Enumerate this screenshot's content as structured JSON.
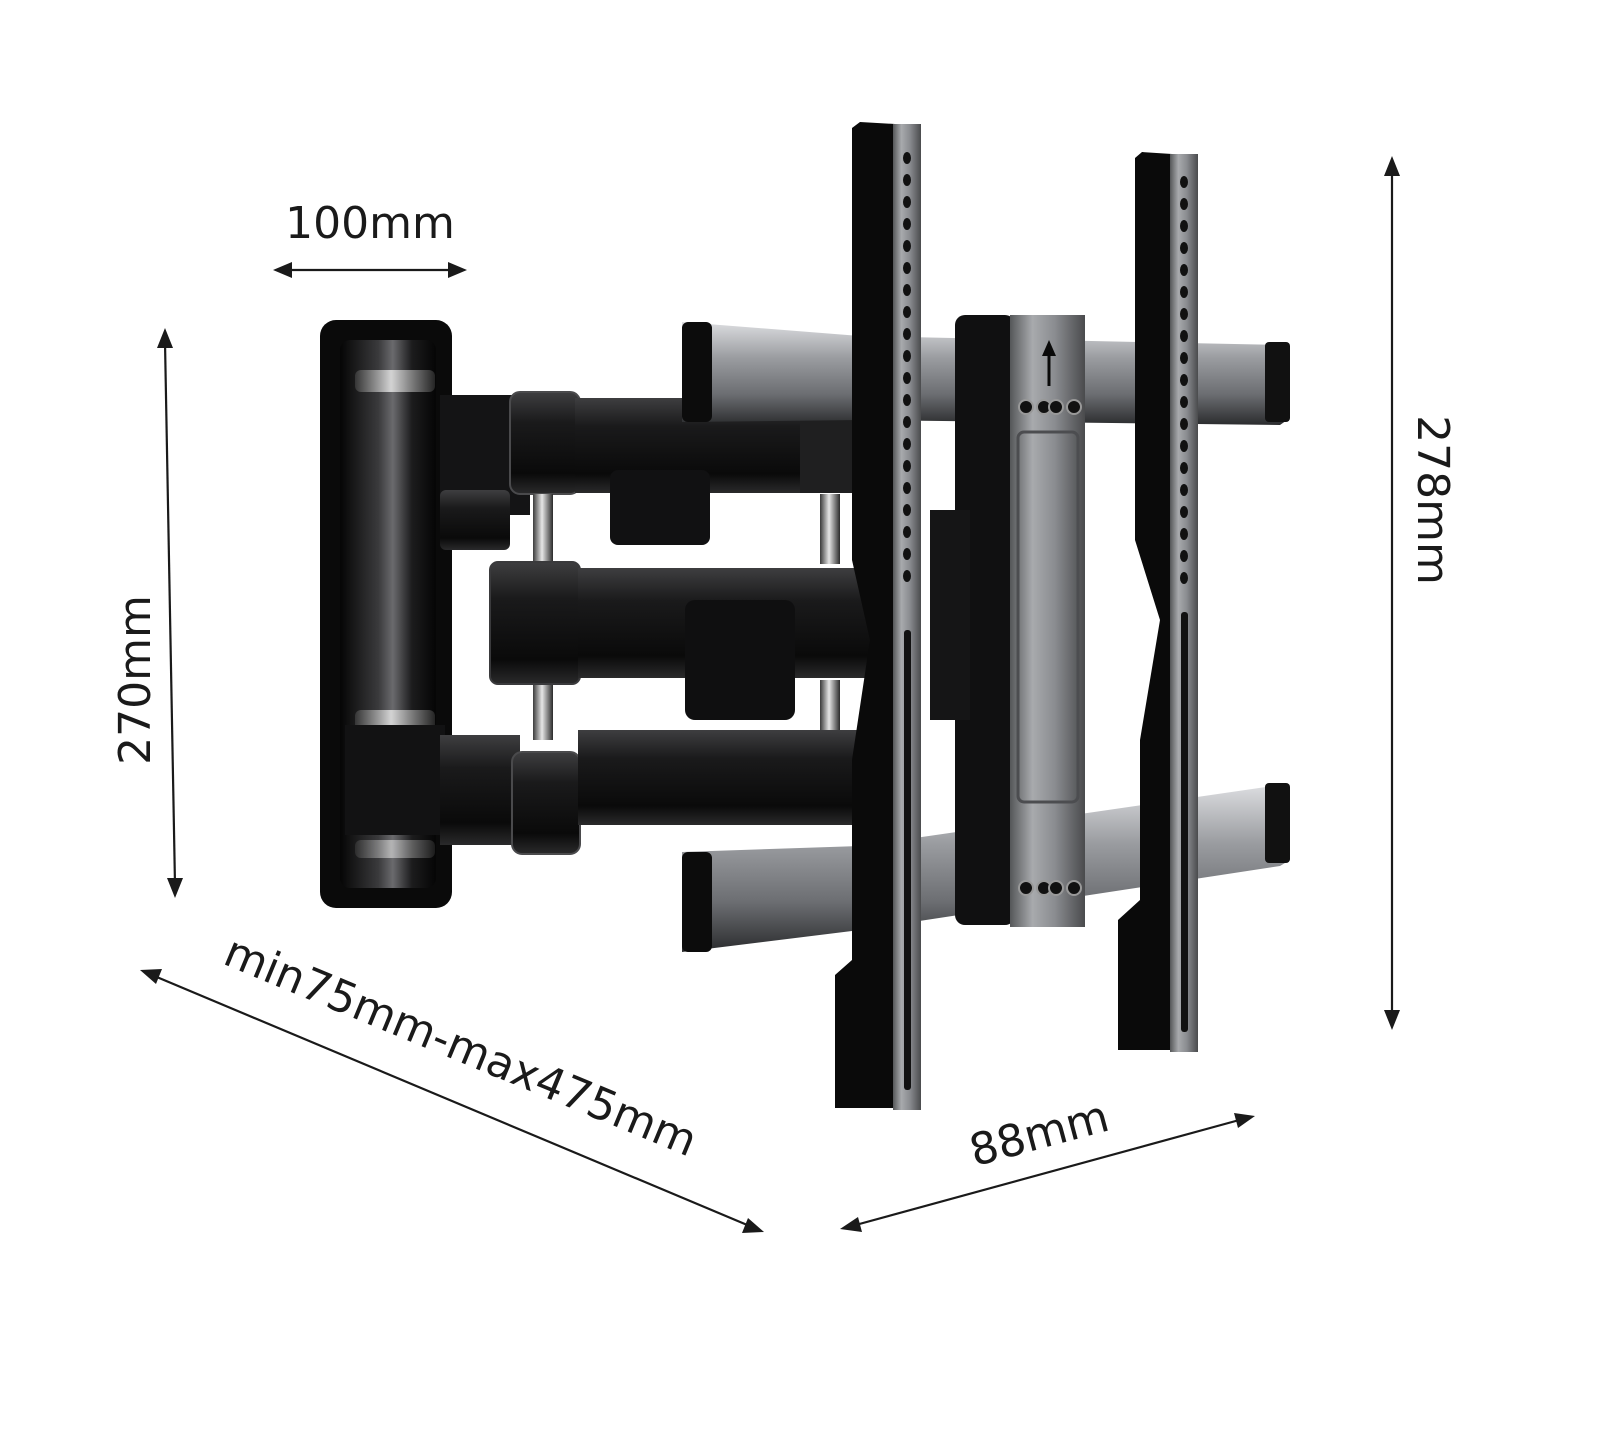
{
  "dimensions": {
    "wall_plate_width": "100mm",
    "wall_plate_height": "270mm",
    "extension_range": "min75mm-max475mm",
    "tv_bracket_depth": "88mm",
    "tv_bracket_height": "278mm"
  },
  "colors": {
    "background": "#ffffff",
    "dimension_lines": "#1a1a1a",
    "mount_black": "#0b0b0b",
    "mount_steel": "#8e9093"
  }
}
